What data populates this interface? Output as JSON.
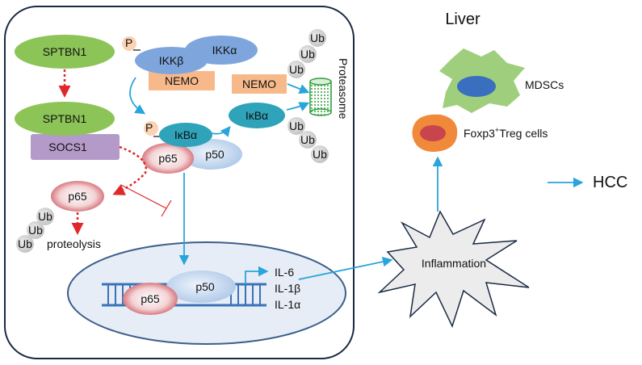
{
  "labels": {
    "sptbn1_top": "SPTBN1",
    "sptbn1_mid": "SPTBN1",
    "socs1": "SOCS1",
    "p_ikk": "P",
    "ikkb": "IKKβ",
    "ikka": "IKKα",
    "nemo_complex": "NEMO",
    "nemo_free": "NEMO",
    "p_ikba": "P",
    "ikba_bound": "IκBα",
    "ikba_free": "IκBα",
    "p65_cyto": "p65",
    "p50_cyto": "p50",
    "p65_ub": "p65",
    "proteolysis": "proteolysis",
    "proteasome": "Proteasome",
    "p65_nuc": "p65",
    "p50_nuc": "p50",
    "il6": "IL-6",
    "il1b": "IL-1β",
    "il1a": "IL-1α",
    "inflammation": "Inflammation",
    "liver": "Liver",
    "mdscs": "MDSCs",
    "treg_main": "Foxp3",
    "treg_sup": "+",
    "treg_rest": "Treg cells",
    "hcc": "HCC"
  },
  "ub_label": "Ub",
  "colors": {
    "sptbn1": "#8dc457",
    "socs1": "#b49ac8",
    "ikk": "#7ea6dc",
    "nemo": "#f7b98a",
    "ikba": "#2ea3b9",
    "p65": "#c9454e",
    "p50": "#a8c4e6",
    "ub": "#cccccc",
    "proteasome": "#2f9e3a",
    "arrow": "#2aa4dc",
    "red_arrow": "#e0272a",
    "mdsc_cell": "#9fcf7c",
    "mdsc_nucleus": "#3a6fc0",
    "treg_cell": "#f08a3a",
    "treg_nucleus": "#c9454e",
    "cell_border": "#1b2a44",
    "nucleus_fill": "#e6edf6",
    "nucleus_border": "#3d5e8a",
    "dna": "#3a72b8"
  }
}
